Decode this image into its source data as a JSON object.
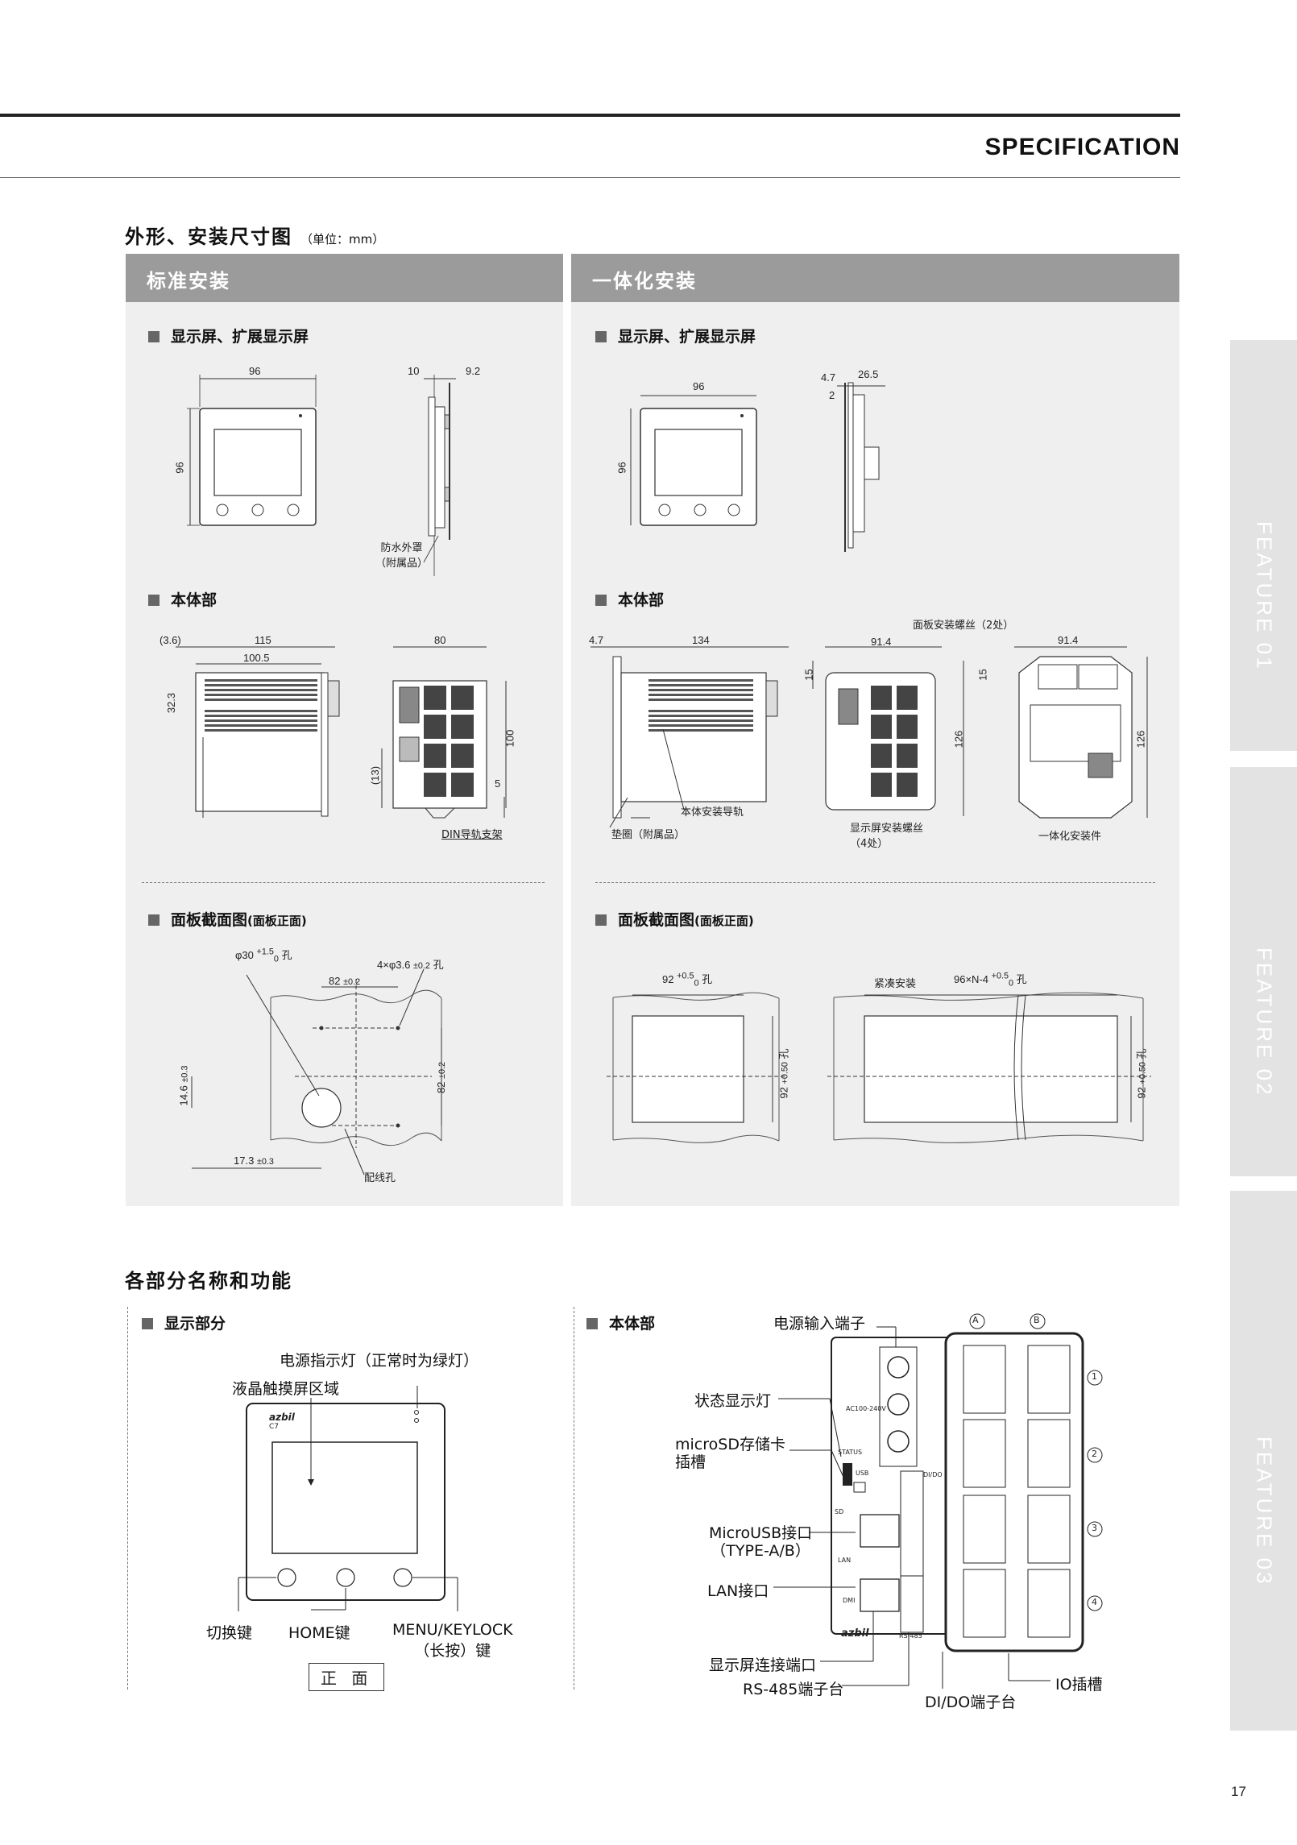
{
  "header": {
    "title": "SPECIFICATION"
  },
  "section1": {
    "title": "外形、安装尺寸图",
    "unit": "（单位：mm）"
  },
  "left_panel": {
    "title": "标准安装",
    "sub_display": "显示屏、扩展显示屏",
    "sub_body": "本体部",
    "sub_cutout": "面板截面图",
    "sub_cutout_small": "(面板正面)",
    "display_dims": {
      "width": "96",
      "height": "96",
      "d10": "10",
      "d92": "9.2",
      "cover": "防水外罩",
      "cover2": "（附属品）"
    },
    "body_dims": {
      "d36": "(3.6)",
      "d115": "115",
      "d1005": "100.5",
      "d323": "32.3",
      "d80": "80",
      "d100": "100",
      "d13": "(13)",
      "d5": "5",
      "din": "DIN导轨支架"
    },
    "cutout_dims": {
      "hole30": "φ30",
      "hole30_tol": "+1.5",
      "hole30_tol0": "0",
      "hole30_k": "孔",
      "hole4": "4×φ3.6",
      "hole4_tol": "±0.2",
      "hole4_k": "孔",
      "d82": "82",
      "d82_tol": "±0.2",
      "d146": "14.6",
      "d146_tol": "±0.3",
      "d82v": "82",
      "d82v_tol": "±0.2",
      "d173": "17.3",
      "d173_tol": "±0.3",
      "wire": "配线孔"
    }
  },
  "right_panel": {
    "title": "一体化安装",
    "sub_display": "显示屏、扩展显示屏",
    "sub_body": "本体部",
    "sub_cutout": "面板截面图",
    "sub_cutout_small": "(面板正面)",
    "display_dims": {
      "width": "96",
      "height": "96",
      "d47": "4.7",
      "d265": "26.5",
      "d2": "2"
    },
    "body_dims": {
      "d47": "4.7",
      "d134": "134",
      "d15": "15",
      "d914": "91.4",
      "d126": "126",
      "d15b": "15",
      "d914b": "91.4",
      "d126b": "126",
      "screws": "面板安装螺丝（2处）",
      "rail": "本体安装导轨",
      "gasket": "垫圈（附属品）",
      "dscrews": "显示屏安装螺丝",
      "dscrews2": "（4处）",
      "kit": "一体化安装件"
    },
    "cutout_dims": {
      "d92": "92",
      "tol": "+0.5",
      "tol0": "0",
      "k": "孔",
      "tight": "紧凑安装",
      "d96n": "96×N-4",
      "tol2": "+0.5",
      "tol20": "0",
      "k2": "孔",
      "v92": "92",
      "v92tol": "+0.5",
      "v92tol0": "0",
      "v92k": "孔",
      "v92b": "92",
      "v92btol": "+0.5",
      "v92btol0": "0",
      "v92bk": "孔"
    }
  },
  "section2": {
    "title": "各部分名称和功能",
    "display_part": {
      "title": "显示部分",
      "brand": "azbil",
      "model": "C7",
      "power_led": "电源指示灯（正常时为绿灯）",
      "lcd": "液晶触摸屏区域",
      "switch_key": "切换键",
      "home_key": "HOME键",
      "menu_key": "MENU/KEYLOCK",
      "menu_key2": "（长按）键",
      "front": "正 面"
    },
    "body_part": {
      "title": "本体部",
      "power_in": "电源输入端子",
      "status": "状态显示灯",
      "sd": "microSD存储卡",
      "sd2": "插槽",
      "usb": "MicroUSB接口",
      "usb2": "（TYPE-A/B）",
      "lan": "LAN接口",
      "disp_port": "显示屏连接端口",
      "rs485": "RS-485端子台",
      "dido": "DI/DO端子台",
      "io": "IO插槽",
      "col_a": "A",
      "col_b": "B",
      "slot1": "1",
      "slot2": "2",
      "slot3": "3",
      "slot4": "4",
      "brand": "azbil",
      "label_status": "STATUS",
      "label_usb": "USB",
      "label_sd": "SD",
      "label_lan": "LAN",
      "label_ac": "AC100-240V",
      "label_rs": "RS-485",
      "label_dido": "DI/DO",
      "label_dmi": "DMI"
    }
  },
  "side_tabs": [
    "FEATURE 01",
    "FEATURE 02",
    "FEATURE 03"
  ],
  "page_number": "17"
}
